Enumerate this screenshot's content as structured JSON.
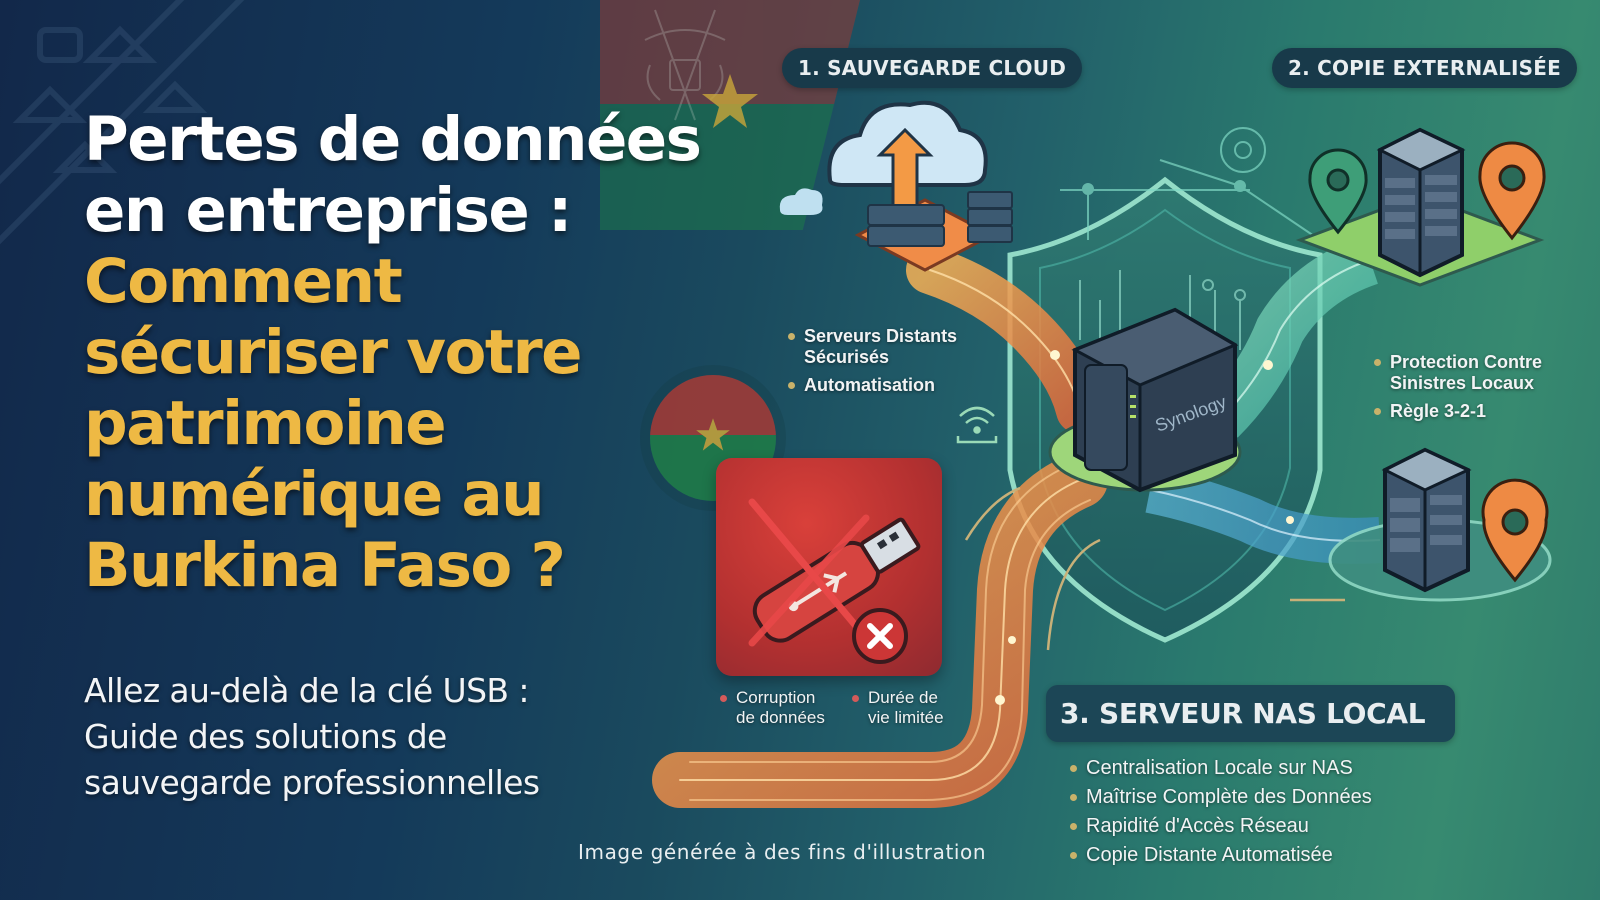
{
  "header": {
    "title_line1": "Pertes de données",
    "title_line2": "en entreprise :",
    "title_highlight_lines": [
      "Comment",
      "sécuriser votre",
      "patrimoine",
      "numérique au",
      "Burkina Faso ?"
    ]
  },
  "subtitle": {
    "lines": [
      "Allez au-delà de la clé USB :",
      "Guide des solutions de",
      "sauvegarde professionnelles"
    ]
  },
  "caption": "Image générée à des fins d'illustration",
  "sections": [
    {
      "label": "1. SAUVEGARDE CLOUD",
      "icon": "cloud-upload-icon",
      "bullets": [
        "Serveurs Distants Sécurisés",
        "Automatisation"
      ]
    },
    {
      "label": "2. COPIE EXTERNALISÉE",
      "icon": "server-tower-icon",
      "bullets": [
        "Protection Contre Sinistres Locaux",
        "Règle 3-2-1"
      ]
    },
    {
      "label": "3. SERVEUR NAS LOCAL",
      "icon": "nas-device-icon",
      "bullets": [
        "Centralisation Locale sur NAS",
        "Maîtrise Complète des Données",
        "Rapidité d'Accès Réseau",
        "Copie Distante Automatisée"
      ]
    }
  ],
  "usb_warning": {
    "icon": "usb-crossed-icon",
    "bullets": [
      "Corruption de données",
      "Durée de vie limitée"
    ]
  },
  "nas_brand": "Synology",
  "colors": {
    "title_white": "#ffffff",
    "title_gold": "#eeb944",
    "bg_navy": "#12284a",
    "bg_teal": "#2a7a6e",
    "pill_bg": "#183a4a",
    "usb_red": "#c8363a",
    "stream_orange": "#f0994a",
    "flag_red": "#a63a35",
    "flag_green": "#1f7d47",
    "flag_star": "#d8b440"
  }
}
